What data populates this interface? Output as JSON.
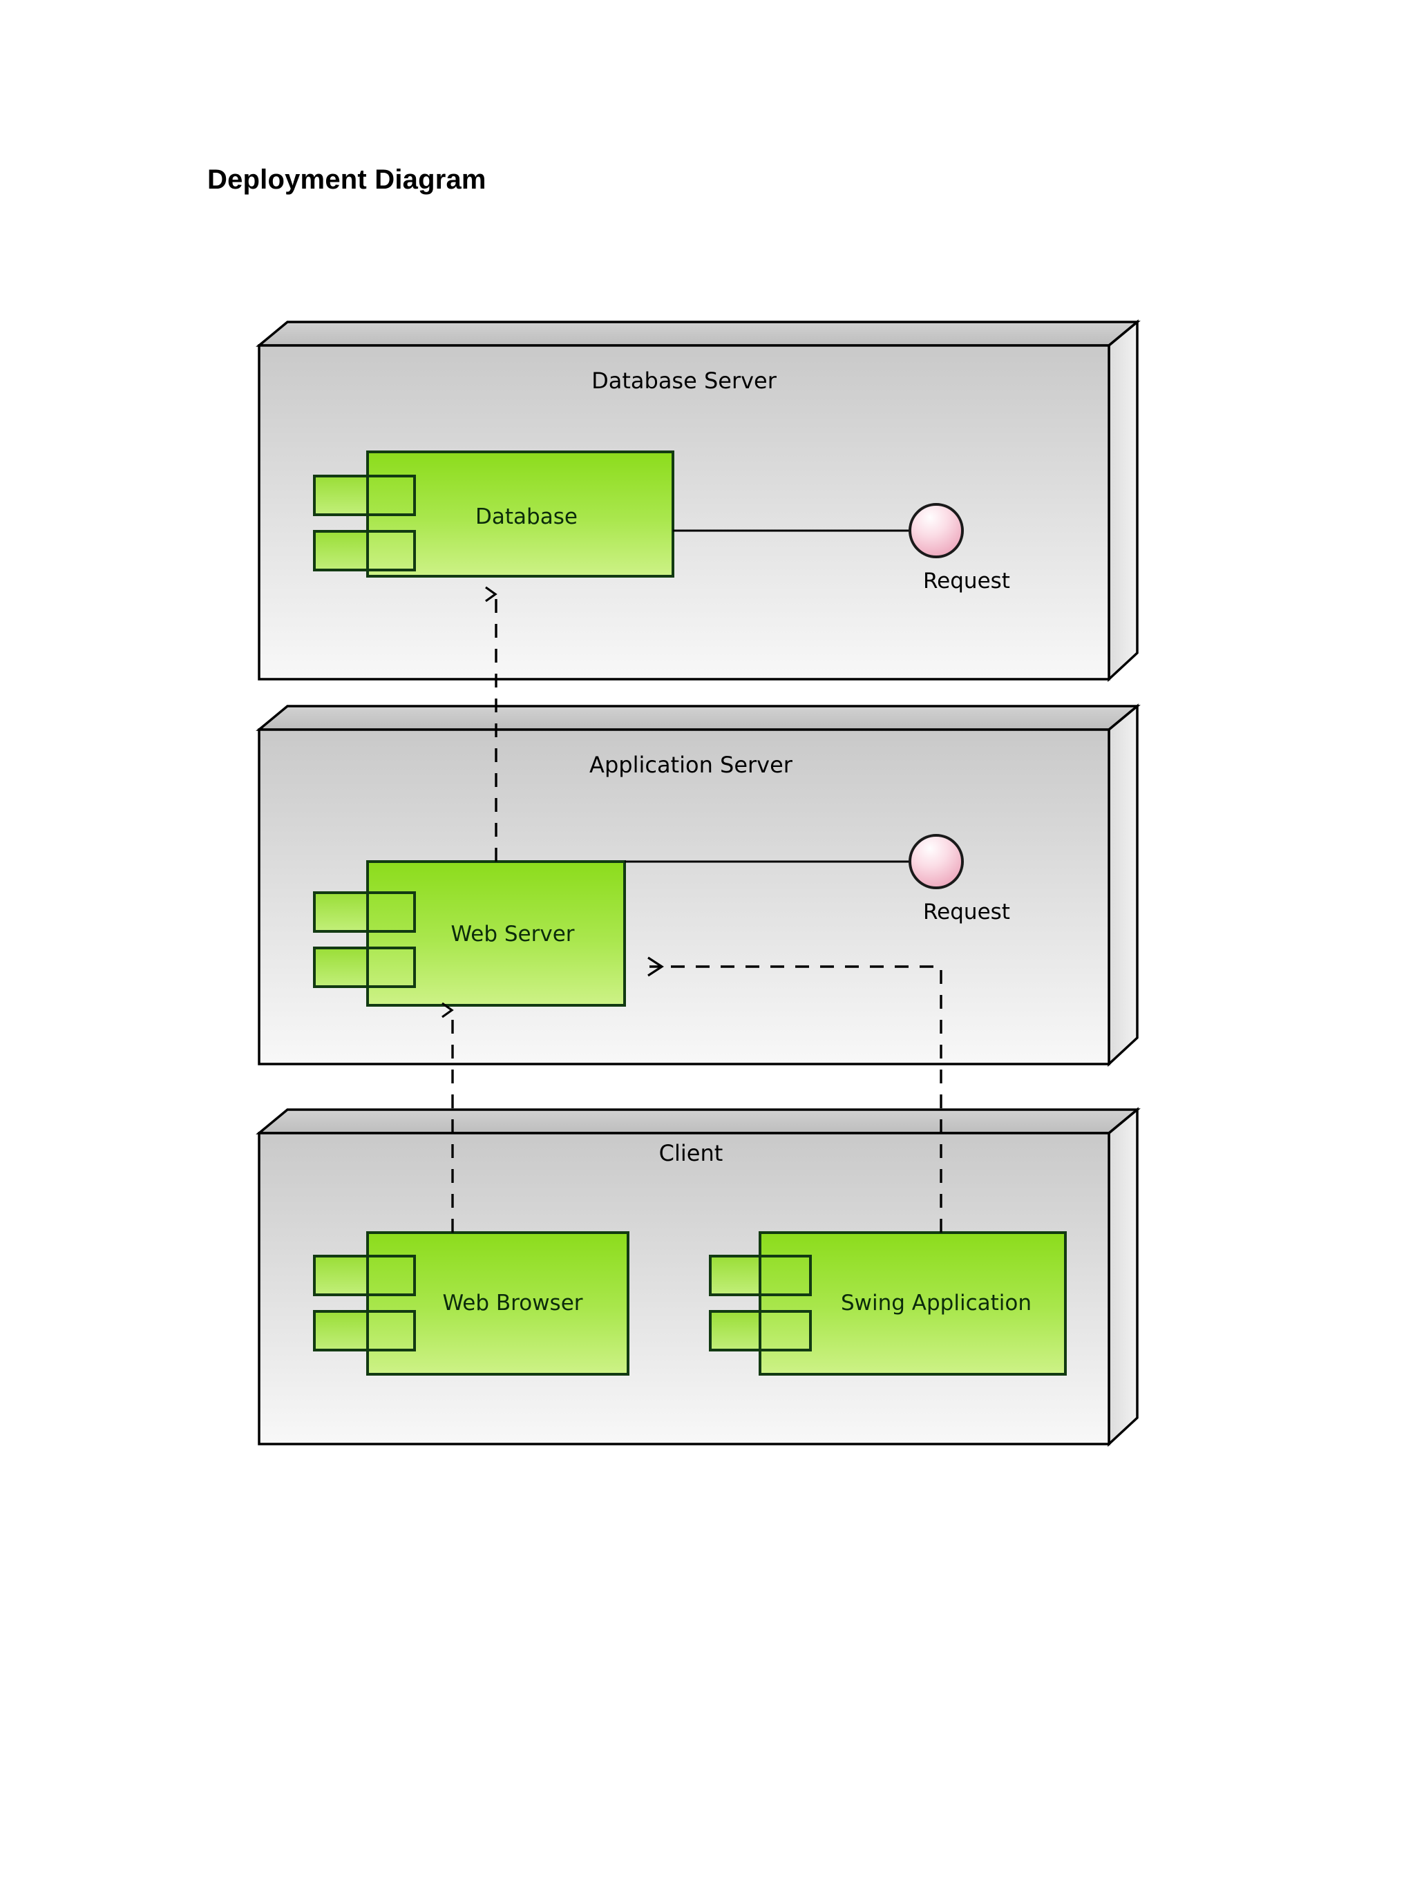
{
  "document": {
    "title": "Deployment Diagram"
  },
  "colors": {
    "node_fill_top": "#c9c9c9",
    "node_fill_bottom": "#f7f7f7",
    "node_bevel_fill": "#c6c6c6",
    "node_stroke": "#000000",
    "component_fill_top": "#8fdd1f",
    "component_fill_bottom": "#cdf287",
    "component_stroke": "#123a12",
    "interface_fill_top": "#fdf2f5",
    "interface_fill_bottom": "#f0a8bd",
    "interface_stroke": "#1a1a1a",
    "connector_stroke": "#000000",
    "text": "#000000"
  },
  "diagram": {
    "type": "uml-deployment-diagram",
    "nodes": [
      {
        "id": "database-server",
        "label": "Database Server",
        "components": [
          {
            "id": "database",
            "label": "Database"
          }
        ],
        "interfaces": [
          {
            "id": "db-request",
            "label": "Request",
            "shape": "provided-lollipop"
          }
        ]
      },
      {
        "id": "application-server",
        "label": "Application Server",
        "components": [
          {
            "id": "web-server",
            "label": "Web Server"
          }
        ],
        "interfaces": [
          {
            "id": "app-request",
            "label": "Request",
            "shape": "provided-lollipop"
          }
        ]
      },
      {
        "id": "client",
        "label": "Client",
        "components": [
          {
            "id": "web-browser",
            "label": "Web Browser"
          },
          {
            "id": "swing-application",
            "label": "Swing Application"
          }
        ],
        "interfaces": []
      }
    ],
    "connections": [
      {
        "id": "dep-webserver-to-database",
        "from": "web-server",
        "to": "database",
        "style": "dashed",
        "arrow": "open"
      },
      {
        "id": "dep-webbrowser-to-webserver",
        "from": "web-browser",
        "to": "web-server",
        "style": "dashed",
        "arrow": "open"
      },
      {
        "id": "dep-swingapp-to-webserver",
        "from": "swing-application",
        "to": "web-server",
        "style": "dashed",
        "arrow": "open"
      },
      {
        "id": "assoc-database-request",
        "from": "database",
        "to": "db-request",
        "style": "solid",
        "arrow": "none"
      },
      {
        "id": "assoc-webserver-request",
        "from": "web-server",
        "to": "app-request",
        "style": "solid",
        "arrow": "none"
      }
    ]
  }
}
